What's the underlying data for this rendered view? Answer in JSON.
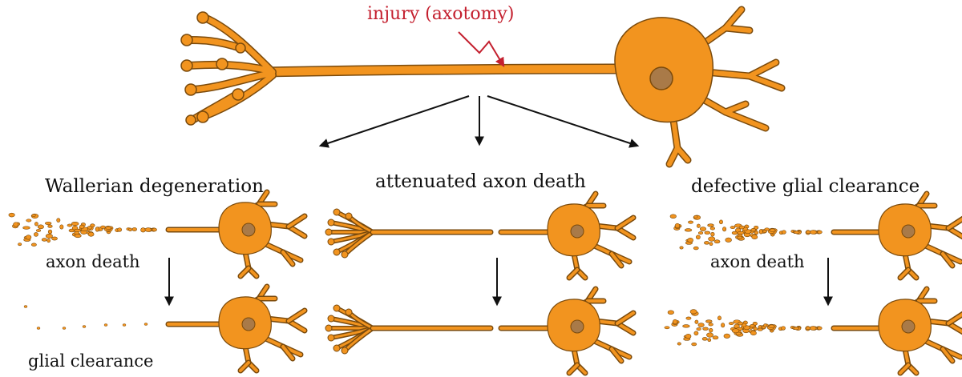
{
  "labels": {
    "injury": "injury (axotomy)",
    "wallerian": "Wallerian degeneration",
    "attenuated": "attenuated axon death",
    "defective": "defective glial clearance",
    "axon_death_left": "axon death",
    "axon_death_right": "axon death",
    "glial_clearance": "glial clearance"
  },
  "colors": {
    "neuron_fill": "#f2941f",
    "neuron_outline": "#7a4a0c",
    "nucleus": "#a97a48",
    "injury": "#c4202f",
    "arrow": "#111111"
  }
}
